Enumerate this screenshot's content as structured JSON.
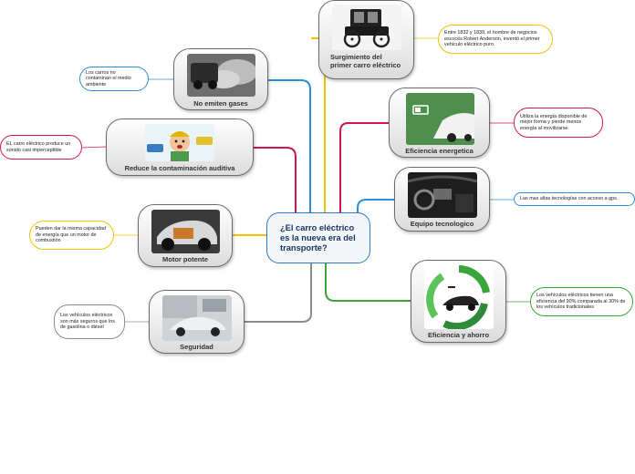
{
  "central_topic": "¿El carro eléctrico es la nueva era del transporte?",
  "topics": [
    {
      "id": "surgimiento",
      "label": "Surgimiento del primer carro eléctrico",
      "note": "Entre 1832 y 1839, el hombre de negocios escocés Robert Anderson, inventó el primer vehículo eléctrico puro.",
      "color": "#f2c400",
      "image": "vintage-car-image"
    },
    {
      "id": "no_emiten",
      "label": "No emiten gases",
      "note": "Los carros no contaminan el medio ambiente",
      "color": "#2a8fd6",
      "image": "exhaust-smoke-image"
    },
    {
      "id": "reduce",
      "label": "Reduce la contaminación auditiva",
      "note": "EL carro eléctrico produce un sonido casi imperceptible",
      "color": "#d1135a",
      "image": "noise-cartoon-image"
    },
    {
      "id": "eficiencia_energetica",
      "label": "Eficiencia energetica",
      "note": "Utiliza la energía disponible de mejor forma y pierde menos energía al movilizarse.",
      "color": "#d1135a",
      "image": "charging-car-image"
    },
    {
      "id": "equipo",
      "label": "Equipo tecnologico",
      "note": "Las mas altas tecnologías con acceso a gps.",
      "color": "#2a8fd6",
      "image": "car-interior-image"
    },
    {
      "id": "motor",
      "label": "Motor potente",
      "note": "Pueden dar la misma capacidad de energía que un motor de combustión",
      "color": "#f2c400",
      "image": "motor-cutaway-image"
    },
    {
      "id": "eficiencia_ahorro",
      "label": "Eficiencia y ahorro",
      "note": "Los vehículos eléctricos tienen una eficiencia del 90% comparada al 30% de los vehículos tradicionales",
      "color": "#3aa53a",
      "image": "recycle-car-image"
    },
    {
      "id": "seguridad",
      "label": "Seguridad",
      "note": "Los vehículos eléctricos son más seguros que los de gasolina o diésel",
      "color": "#8c8c8c",
      "image": "crash-test-image"
    }
  ]
}
